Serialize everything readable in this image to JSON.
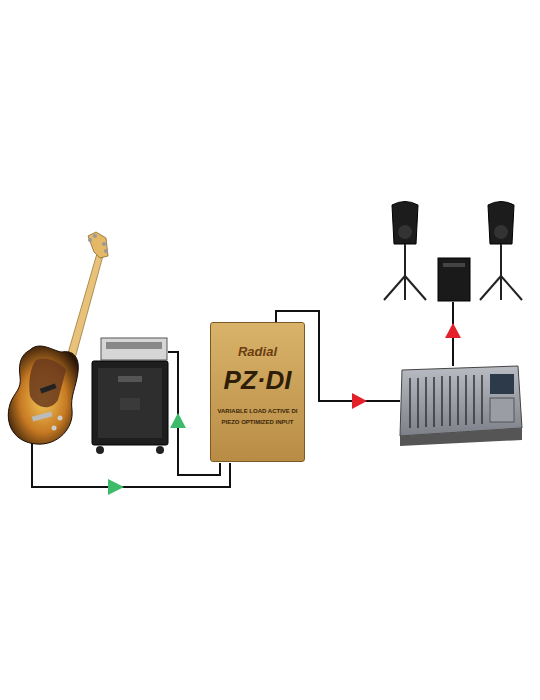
{
  "diagram": {
    "nodes": [
      {
        "text": [
          "Radial",
          "PZ·DI",
          "VARIABLE LOAD ACTIVE DI",
          "PIEZO OPTIMIZED INPUT"
        ]
      }
    ]
  }
}
